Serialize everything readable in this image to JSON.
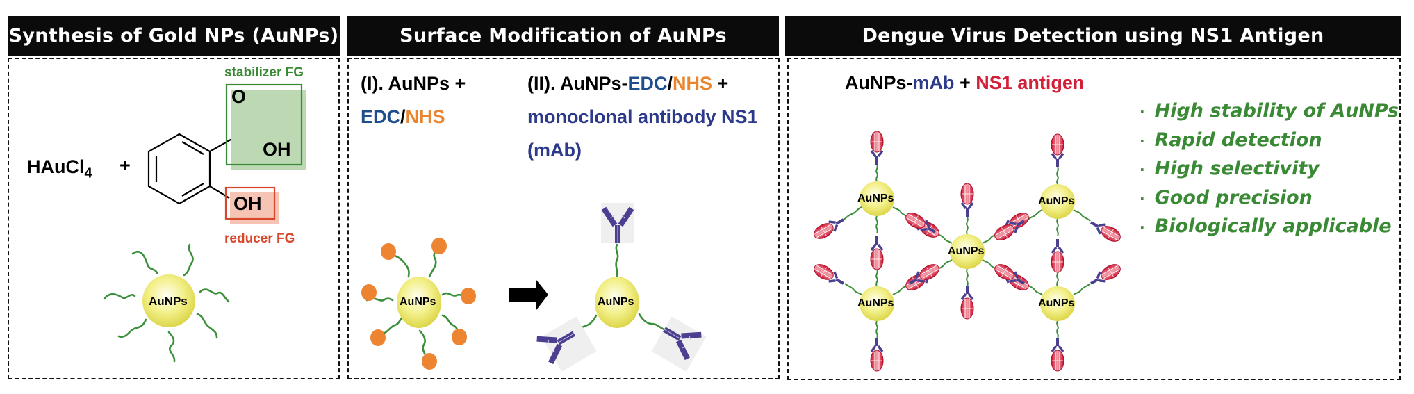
{
  "panels": [
    {
      "title": "Synthesis of Gold NPs (AuNPs)",
      "reactant": "HAuCl",
      "reactant_subscript": "4",
      "plus": "+",
      "stabilizer_label": "stabilizer FG",
      "reducer_label": "reducer FG",
      "carbonyl_o": "O",
      "acid_oh": "OH",
      "phenol_oh": "OH",
      "particle_label": "AuNPs"
    },
    {
      "title": "Surface Modification of AuNPs",
      "step1": {
        "prefix": "(I). AuNPs +",
        "edc": "EDC",
        "slash": "/",
        "nhs": "NHS"
      },
      "step2": {
        "prefix": "(II). AuNPs-",
        "edc": "EDC",
        "slash": "/",
        "nhs": "NHS",
        "plus": " +",
        "line2": "monoclonal antibody NS1",
        "line3": "(mAb)"
      },
      "particle_label_before": "AuNPs",
      "particle_label_after": "AuNPs"
    },
    {
      "title": "Dengue Virus Detection using NS1 Antigen",
      "heading": {
        "part1": "AuNPs-",
        "part2": "mAb",
        "part3": " + ",
        "part4": "NS1 antigen"
      },
      "network_particles": [
        "AuNPs",
        "AuNPs",
        "AuNPs",
        "AuNPs",
        "AuNPs"
      ],
      "benefits": [
        "High stability of AuNPs",
        "Rapid detection",
        "High selectivity",
        "Good precision",
        "Biologically applicable"
      ],
      "bullet": "·"
    }
  ],
  "colors": {
    "header_bg": "#0b0b0b",
    "stabilizer_green": "#3a8a35",
    "reducer_red": "#d9472b",
    "edc_blue": "#1f4e8c",
    "nhs_orange": "#e8852e",
    "mab_blue": "#2d3a8c",
    "antigen_red": "#d3203a",
    "antibody_purple": "#4b3f8f",
    "linker_green": "#3b8f3a",
    "nhs_ball_orange": "#ec8432",
    "particle_yellow": "#e6e15a",
    "benefit_green": "#3a8a35"
  }
}
